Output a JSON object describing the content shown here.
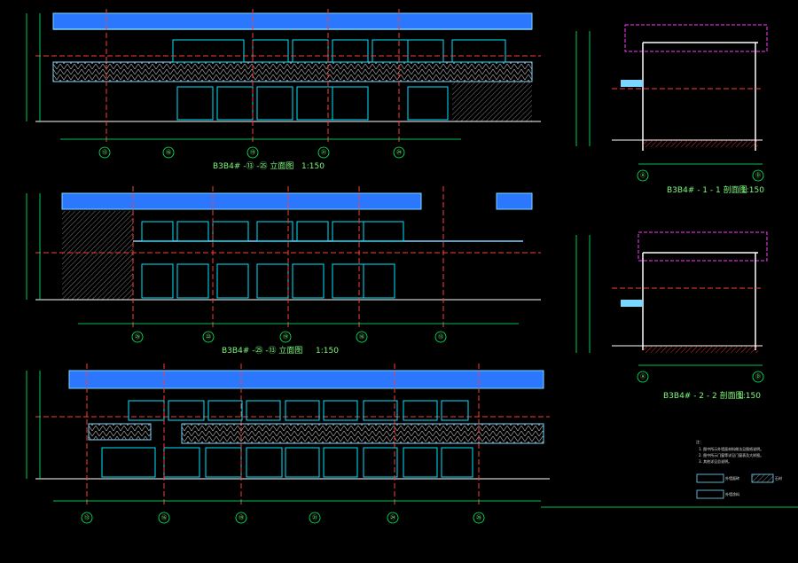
{
  "drawing": {
    "title_color": "#7CFC7C",
    "colors": {
      "background": "#000000",
      "dimension": "#00ff66",
      "roof_band": "#2b78ff",
      "slab": "#7ad7ff",
      "window": "#00e5ff",
      "hatch": "#ff3b3b",
      "magenta": "#ff39ff",
      "white": "#ffffff"
    }
  },
  "labels": {
    "elev_a": "B3B4# -⑬ -㉕ 立面图",
    "elev_a_scale": "1:150",
    "elev_b": "B3B4# -㉕ -⑬ 立面图",
    "elev_b_scale": "1:150",
    "section_1": "B3B4# - 1 - 1 剖面图",
    "section_1_scale": "1:150",
    "section_2": "B3B4# - 2 - 2 剖面图",
    "section_2_scale": "1:150"
  },
  "grid_labels": {
    "elev_a": [
      "⑬",
      "⑯",
      "⑲",
      "㉑",
      "㉔"
    ],
    "elev_b": [
      "㉕",
      "㉒",
      "⑲",
      "⑯",
      "⑬"
    ],
    "elev_c": [
      "⑬",
      "⑯",
      "⑲",
      "㉑",
      "㉔",
      "㉕"
    ],
    "section_1": [
      "Ⓐ",
      "Ⓓ"
    ],
    "section_2": [
      "Ⓐ",
      "Ⓓ"
    ]
  },
  "legend": {
    "title": "注：",
    "notes": [
      "1. 图中所示外墙面材料做法见图纸说明。",
      "2. 图中所示门窗等详见门窗表及大样图。",
      "3. 其他详见总说明。"
    ],
    "items": [
      "外墙面砖",
      "石材",
      "外墙涂料"
    ]
  }
}
